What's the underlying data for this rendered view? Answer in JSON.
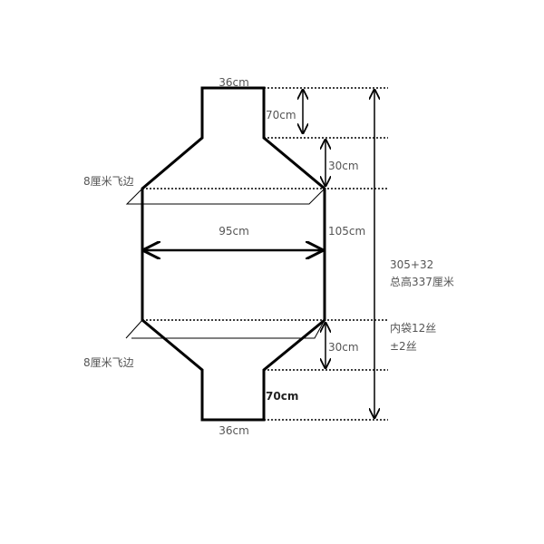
{
  "labels": {
    "top_width": "36cm",
    "top_neck_height": "70cm",
    "top_cone_height": "30cm",
    "top_flap": "8厘米飞边",
    "body_width": "95cm",
    "body_height": "105cm",
    "total_formula": "305+32",
    "total_height": "总高337厘米",
    "inner_bag": "内袋12丝",
    "tolerance": "±2丝",
    "bottom_cone_height": "30cm",
    "bottom_flap": "8厘米飞边",
    "bottom_neck_height": "70cm",
    "bottom_width": "36cm"
  }
}
